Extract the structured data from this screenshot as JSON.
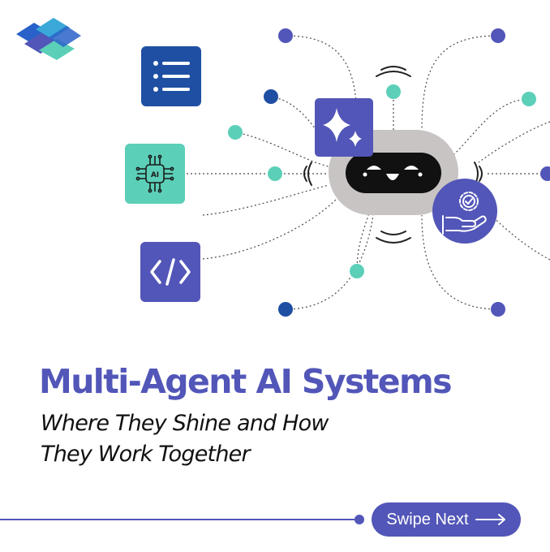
{
  "colors": {
    "brand_purple": "#5256b8",
    "navy": "#1e4fa3",
    "teal": "#5ccfb8",
    "robot_body": "#c8c4c4",
    "text_dark": "#111111"
  },
  "icons": {
    "logo": "stacked-cubes-logo-icon",
    "list_card": "list-icon",
    "ai_chip_card": "ai-chip-icon",
    "code_card": "code-brackets-icon",
    "sparkle_badge": "sparkle-icon",
    "robot": "robot-face-icon",
    "gear_hand_badge": "gear-hand-icon"
  },
  "headline": {
    "title": "Multi-Agent AI Systems",
    "subtitle_line1": "Where They Shine and How",
    "subtitle_line2": "They Work Together"
  },
  "cta": {
    "label": "Swipe Next"
  }
}
